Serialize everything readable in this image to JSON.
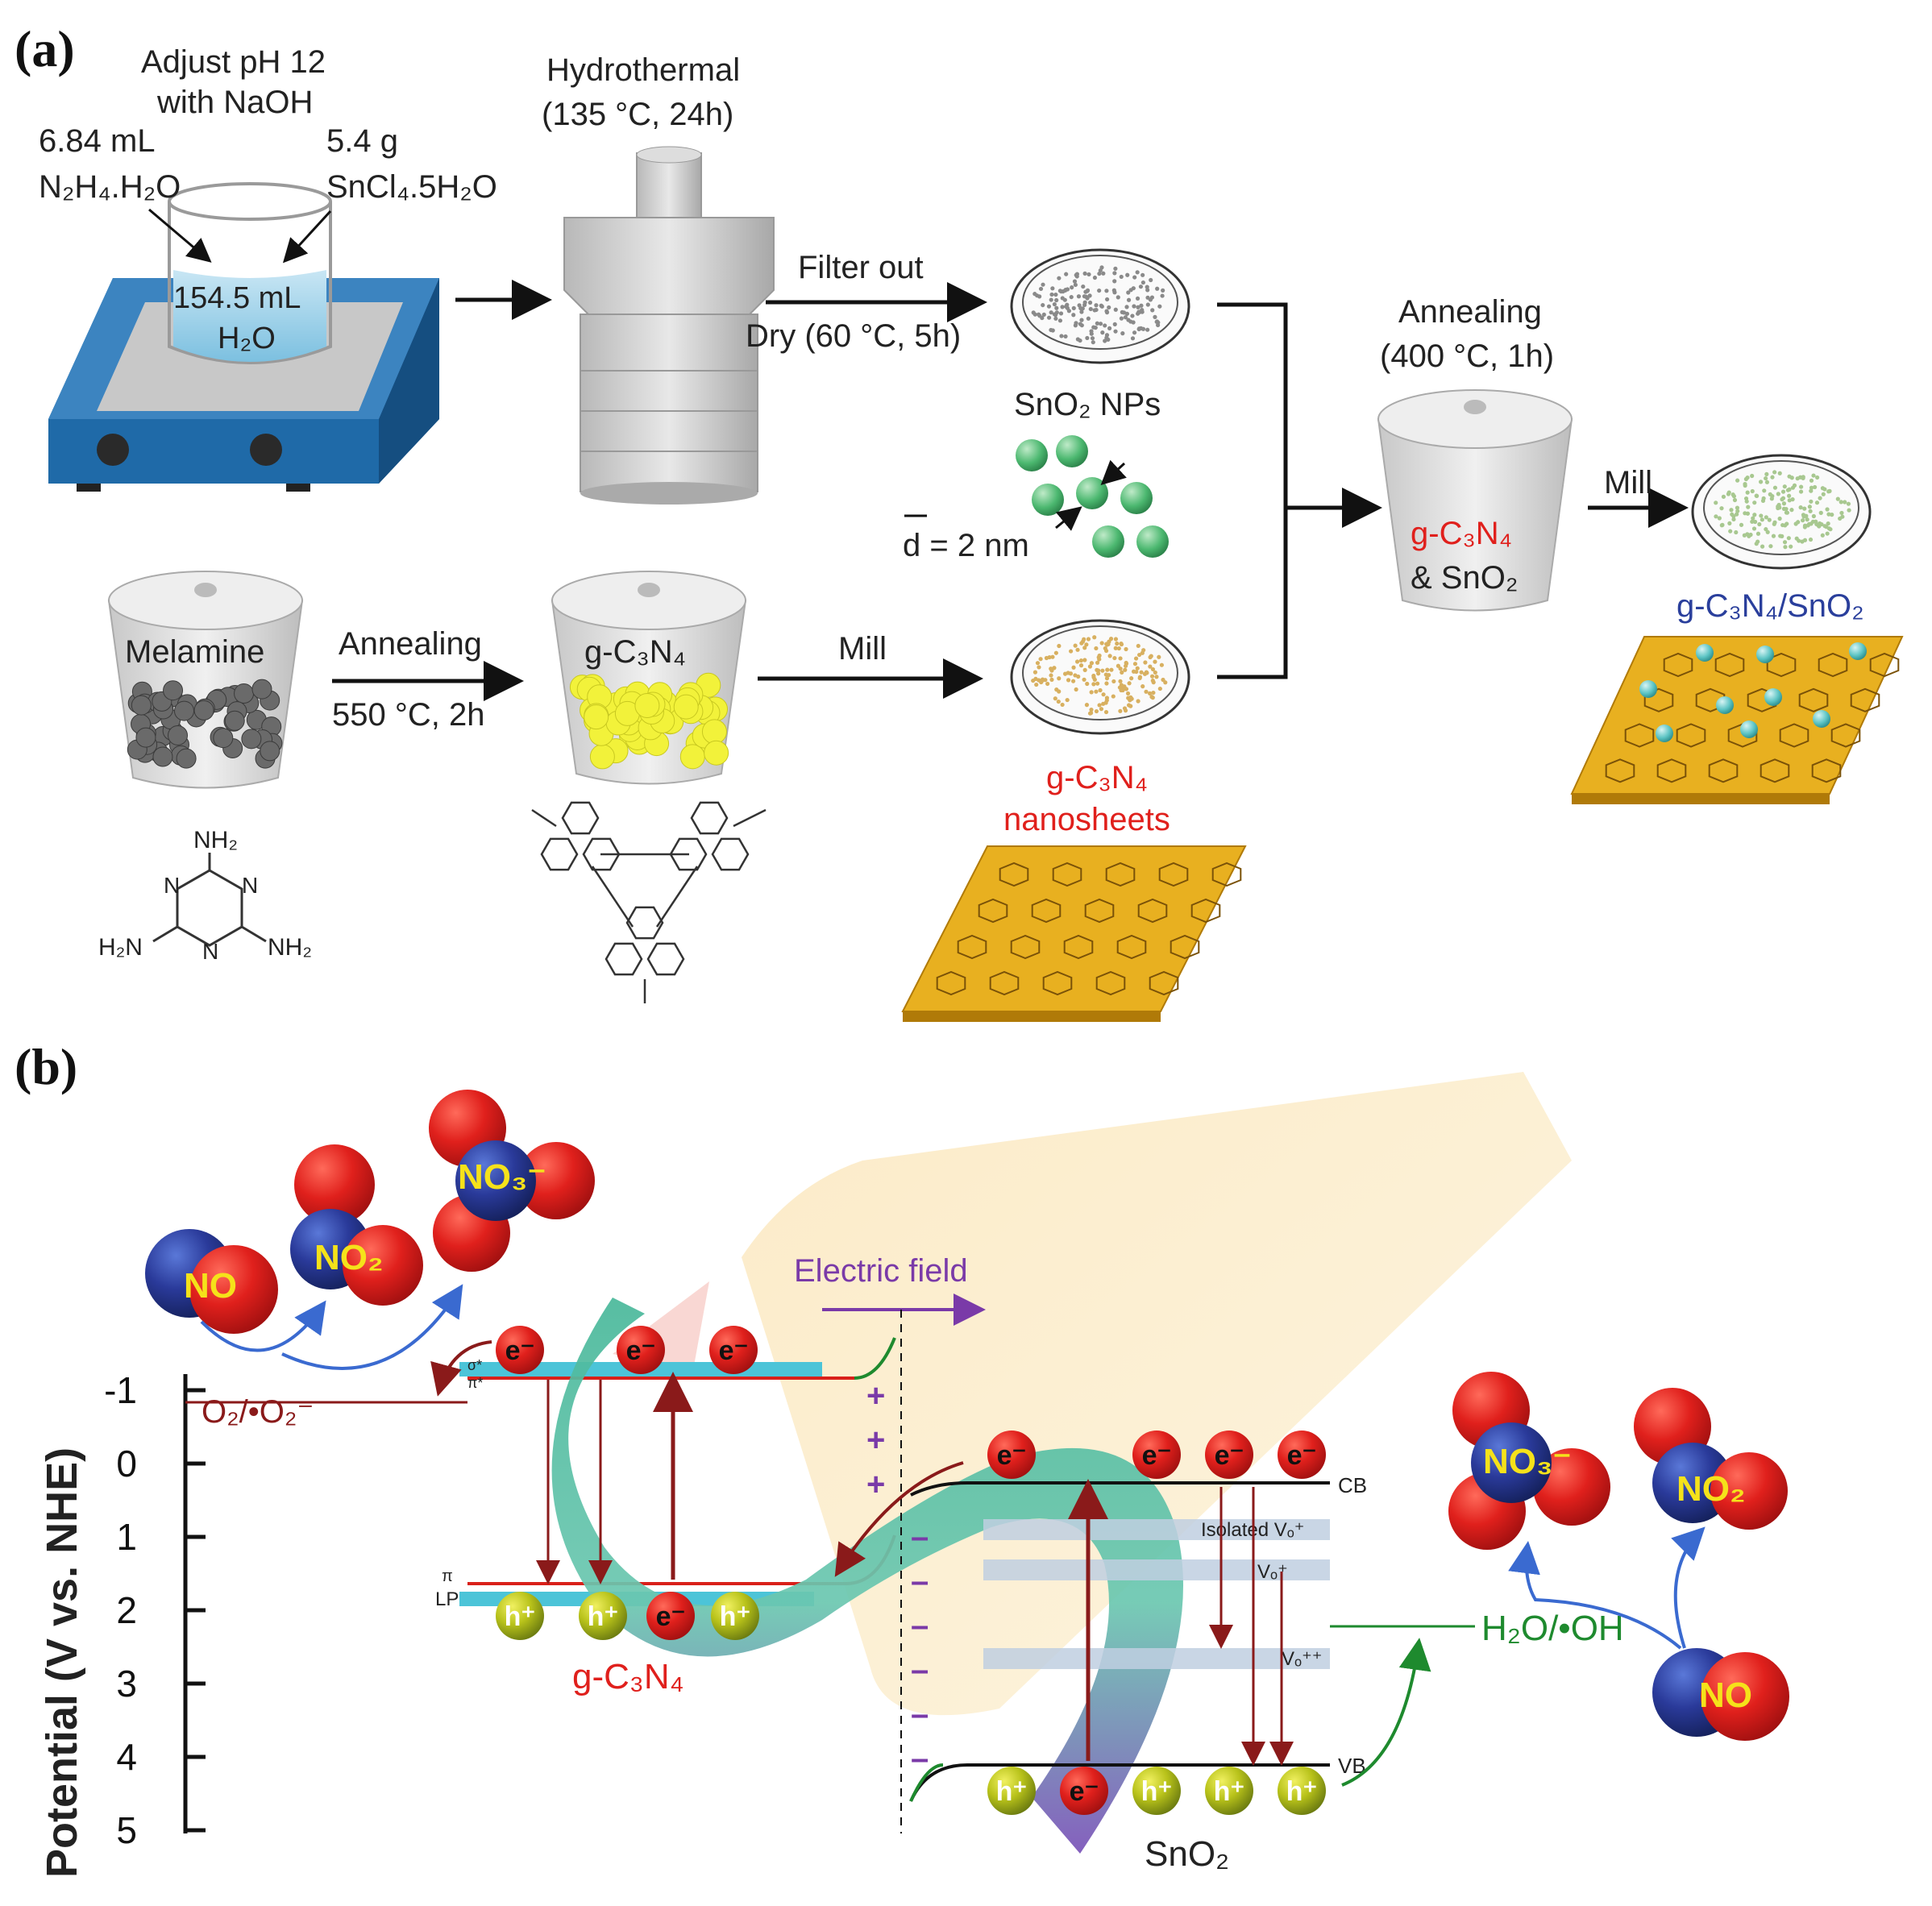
{
  "panel_a": {
    "label": "(a)",
    "adjust_ph_line1": "Adjust pH  12",
    "adjust_ph_line2": "with NaOH",
    "n2h4_amount": "6.84 mL",
    "n2h4_name": "N₂H₄.H₂O",
    "sncl4_amount": "5.4 g",
    "sncl4_name": "SnCl₄.5H₂O",
    "water_amount": "154.5 mL",
    "water_name": "H₂O",
    "hydrothermal_line1": "Hydrothermal",
    "hydrothermal_line2": "(135 °C, 24h)",
    "filter_out": "Filter out",
    "dry": "Dry (60 °C, 5h)",
    "sno2_nps": "SnO₂ NPs",
    "diameter": "d = 2 nm",
    "annealing_top_line1": "Annealing",
    "annealing_top_line2": "(400 °C, 1h)",
    "crucible_mix_line1": "g-C₃N₄",
    "crucible_mix_line2": "& SnO₂",
    "mill_right": "Mill",
    "product": "g-C₃N₄/SnO₂",
    "melamine": "Melamine",
    "annealing_bottom": "Annealing",
    "annealing_bottom_temp": "550 °C, 2h",
    "gcn_crucible": "g-C₃N₄",
    "mill_bottom": "Mill",
    "nanosheets_line1": "g-C₃N₄",
    "nanosheets_line2": "nanosheets",
    "melamine_nh2_top": "NH₂",
    "melamine_nh2_left": "H₂N",
    "melamine_nh2_right": "NH₂",
    "melamine_n": "N"
  },
  "panel_b": {
    "label": "(b)",
    "y_axis_label": "Potential (V vs. NHE)",
    "y_ticks": [
      "-1",
      "0",
      "1",
      "2",
      "3",
      "4",
      "5"
    ],
    "o2_couple": "O₂/•O₂⁻",
    "electric_field": "Electric field",
    "no": "NO",
    "no2": "NO₂",
    "no3": "NO₃⁻",
    "gcn_label": "g-C₃N₄",
    "sno2_label": "SnO₂",
    "cb": "CB",
    "vb": "VB",
    "isolated_vo": "Isolated Vₒ⁺",
    "vo_plus": "Vₒ⁺",
    "vo_plusplus": "Vₒ⁺⁺",
    "pi_star": "π*",
    "sigma_star": "σ*",
    "pi": "π",
    "lp": "LP",
    "h2o_couple": "H₂O/•OH",
    "electron": "e⁻",
    "hole": "h⁺",
    "plus": "+",
    "minus": "–"
  },
  "colors": {
    "electron": "#d9201a",
    "hole": "#b8c21a",
    "oxygen": "#e01a1a",
    "nitrogen": "#2a3a9a",
    "sheet": "#e8b020",
    "band_cyan": "#4cc4d8",
    "arrow_dark_red": "#8a1a1a"
  }
}
